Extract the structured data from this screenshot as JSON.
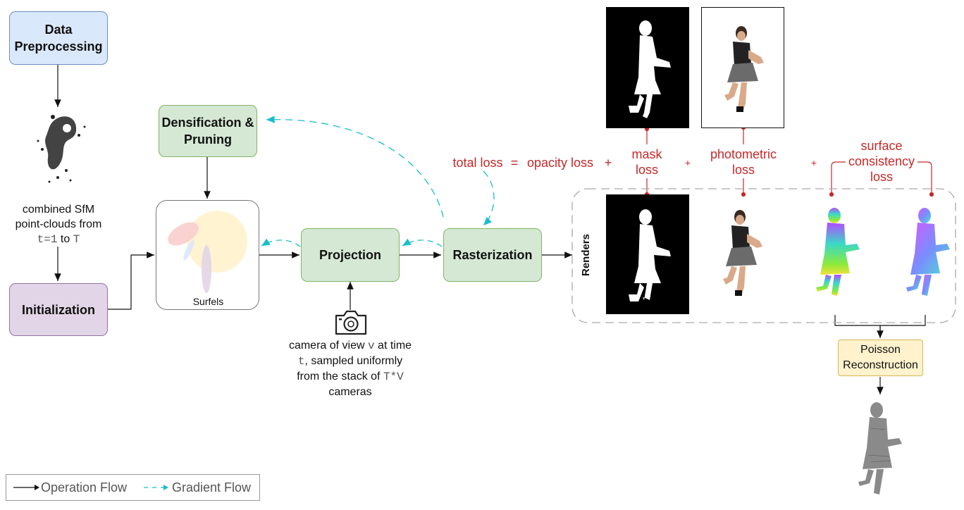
{
  "boxes": {
    "data_preprocessing": "Data Preprocessing",
    "initialization": "Initialization",
    "densification": "Densification & Pruning",
    "projection": "Projection",
    "rasterization": "Rasterization",
    "poisson": "Poisson Reconstruction",
    "surfels": "Surfels"
  },
  "sfm_caption": {
    "line1": "combined SfM",
    "line2": "point-clouds from",
    "t1": "t=1",
    "to": "to",
    "T": "T"
  },
  "camera_caption": {
    "pre_v": "camera of view",
    "v": "v",
    "at_time": "at time",
    "t": "t",
    "sampled": ", sampled uniformly",
    "from_stack": "from the stack of",
    "TV": "T*V",
    "cameras": "cameras"
  },
  "loss": {
    "total": "total loss",
    "equals": "=",
    "opacity": "opacity loss",
    "plus1": "+",
    "mask": "mask loss",
    "plus2": "+",
    "photometric": "photometric loss",
    "plus3": "+",
    "surface": "surface consistency loss"
  },
  "renders_label": "Renders",
  "legend": {
    "operation": "Operation Flow",
    "gradient": "Gradient Flow"
  },
  "colors": {
    "loss_red": "#c62828",
    "gradient_cyan": "#17becf",
    "box_blue": "#dae8fc",
    "box_purple": "#e1d5e7",
    "box_green": "#d5e8d4",
    "box_yellow": "#fff2cc"
  },
  "icons": [
    "camera-icon",
    "arrow-icon",
    "dashed-arrow-icon"
  ]
}
